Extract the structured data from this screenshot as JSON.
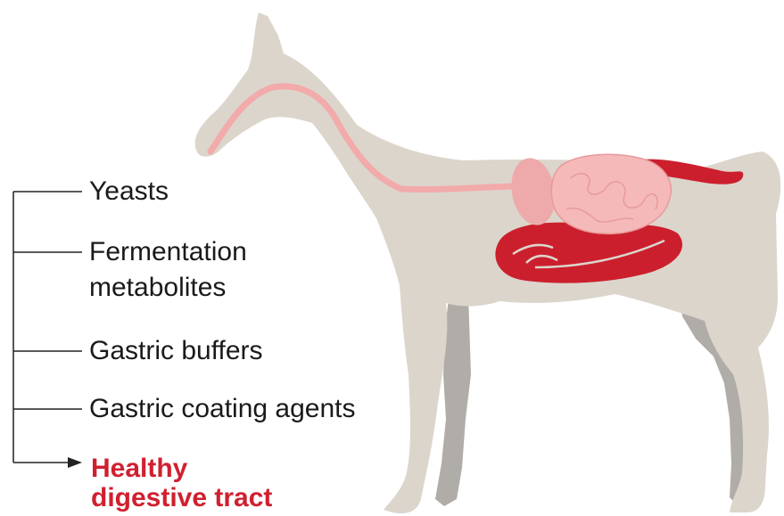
{
  "diagram": {
    "colors": {
      "horse_body": "#dcd5cc",
      "horse_far_legs": "#b0aca8",
      "esophagus": "#f2aaaa",
      "stomach": "#eeaaaa",
      "small_intestine": "#f5b9b9",
      "large_intestine": "#cc1f2d",
      "connector_lines": "#222222",
      "outcome_text": "#d0202f"
    },
    "factors": [
      {
        "label": "Yeasts"
      },
      {
        "label_line1": "Fermentation",
        "label_line2": "metabolites"
      },
      {
        "label": "Gastric buffers"
      },
      {
        "label": "Gastric coating agents"
      }
    ],
    "outcome": {
      "line1": "Healthy",
      "line2": "digestive tract"
    }
  }
}
